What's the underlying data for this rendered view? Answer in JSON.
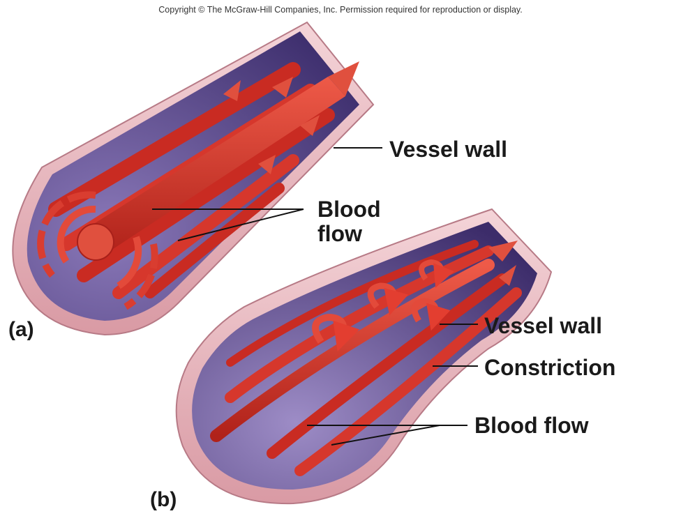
{
  "header": {
    "copyright": "Copyright © The McGraw-Hill Companies, Inc. Permission required for reproduction or display."
  },
  "panel_a": {
    "tag": "(a)",
    "vessel_wall_label": "Vessel wall",
    "blood_flow_label_line1": "Blood",
    "blood_flow_label_line2": "flow"
  },
  "panel_b": {
    "tag": "(b)",
    "vessel_wall_label": "Vessel wall",
    "constriction_label": "Constriction",
    "blood_flow_label": "Blood flow"
  },
  "colors": {
    "vessel_wall": "#e8b8bf",
    "vessel_interior": "#5a4a8c",
    "blood": "#d8342a",
    "blood_dark": "#a8201a",
    "label_text": "#1a1a1a"
  }
}
